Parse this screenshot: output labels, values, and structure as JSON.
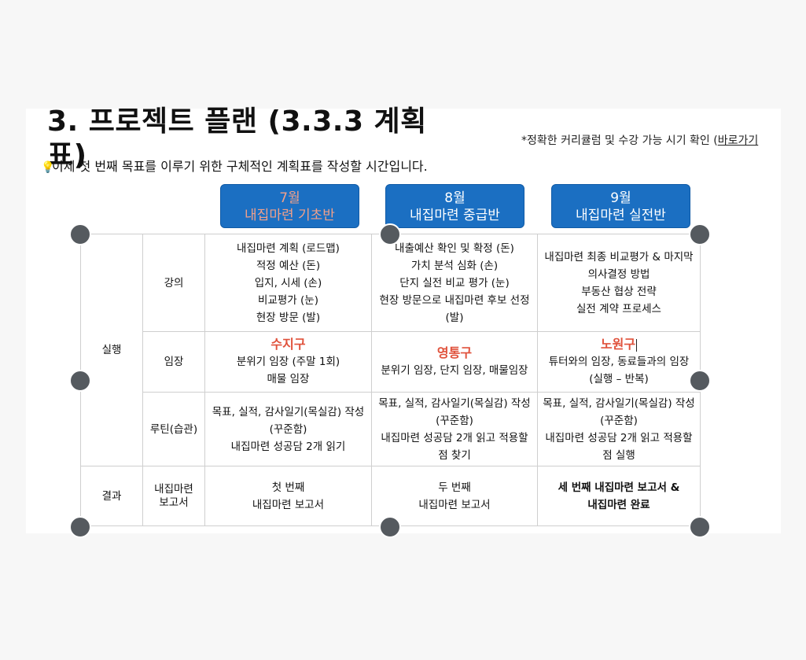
{
  "slide": {
    "title": "3. 프로젝트 플랜 (3.3.3 계획표)",
    "note_prefix": "*정확한 커리큘럼 및 수강 가능 시기 확인 (",
    "note_link": "바로가기",
    "intro": "이제 첫 번째 목표를 이루기 위한 구체적인 계획표를 작성할 시간입니다."
  },
  "phases": [
    {
      "month": "7월",
      "name": "내집마련 기초반"
    },
    {
      "month": "8월",
      "name": "내집마련 중급반"
    },
    {
      "month": "9월",
      "name": "내집마련 실전반"
    }
  ],
  "table": {
    "section_exec": "실행",
    "section_result": "결과",
    "row_lecture": "강의",
    "row_site": "임장",
    "row_routine": "루틴(습관)",
    "row_report": "내집마련\n보고서",
    "lecture": [
      [
        "내집마련 계획 (로드맵)",
        "적정 예산 (돈)",
        "입지, 시세 (손)",
        "비교평가 (눈)",
        "현장 방문 (발)"
      ],
      [
        "내출예산 확인 및 확정 (돈)",
        "가치 분석 심화 (손)",
        "단지 실전 비교 평가 (눈)",
        "현장 방문으로 내집마련 후보 선정 (발)"
      ],
      [
        "내집마련 최종 비교평가 & 마지막 의사결정 방법",
        "부동산 협상 전략",
        "실전 계약 프로세스"
      ]
    ],
    "site": [
      {
        "region": "수지구",
        "lines": [
          "분위기 임장 (주말 1회)",
          "매물 임장"
        ]
      },
      {
        "region": "영통구",
        "lines": [
          "분위기 임장, 단지 임장, 매물임장"
        ]
      },
      {
        "region": "노원구",
        "lines": [
          "튜터와의 임장, 동료들과의 임장",
          "(실행 – 반복)"
        ]
      }
    ],
    "routine": [
      [
        "목표, 실적, 감사일기(목실감) 작성 (꾸준함)",
        "내집마련 성공담 2개 읽기"
      ],
      [
        "목표, 실적, 감사일기(목실감) 작성 (꾸준함)",
        "내집마련 성공담 2개 읽고 적용할 점 찾기"
      ],
      [
        "목표, 실적, 감사일기(목실감) 작성 (꾸준함)",
        "내집마련 성공담 2개 읽고 적용할 점 실행"
      ]
    ],
    "report": [
      [
        "첫 번째",
        "내집마련 보고서"
      ],
      [
        "두 번째",
        "내집마련 보고서"
      ],
      [
        "세 번째 내집마련 보고서 &",
        "내집마련 완료"
      ]
    ]
  },
  "colors": {
    "header_blue": "#1b6fc2",
    "region_red": "#e0523c",
    "report_faded": "#8aa4c6",
    "report_blue": "#1d5fa8",
    "report_navy": "#143f7a",
    "handle": "#555a5f"
  }
}
